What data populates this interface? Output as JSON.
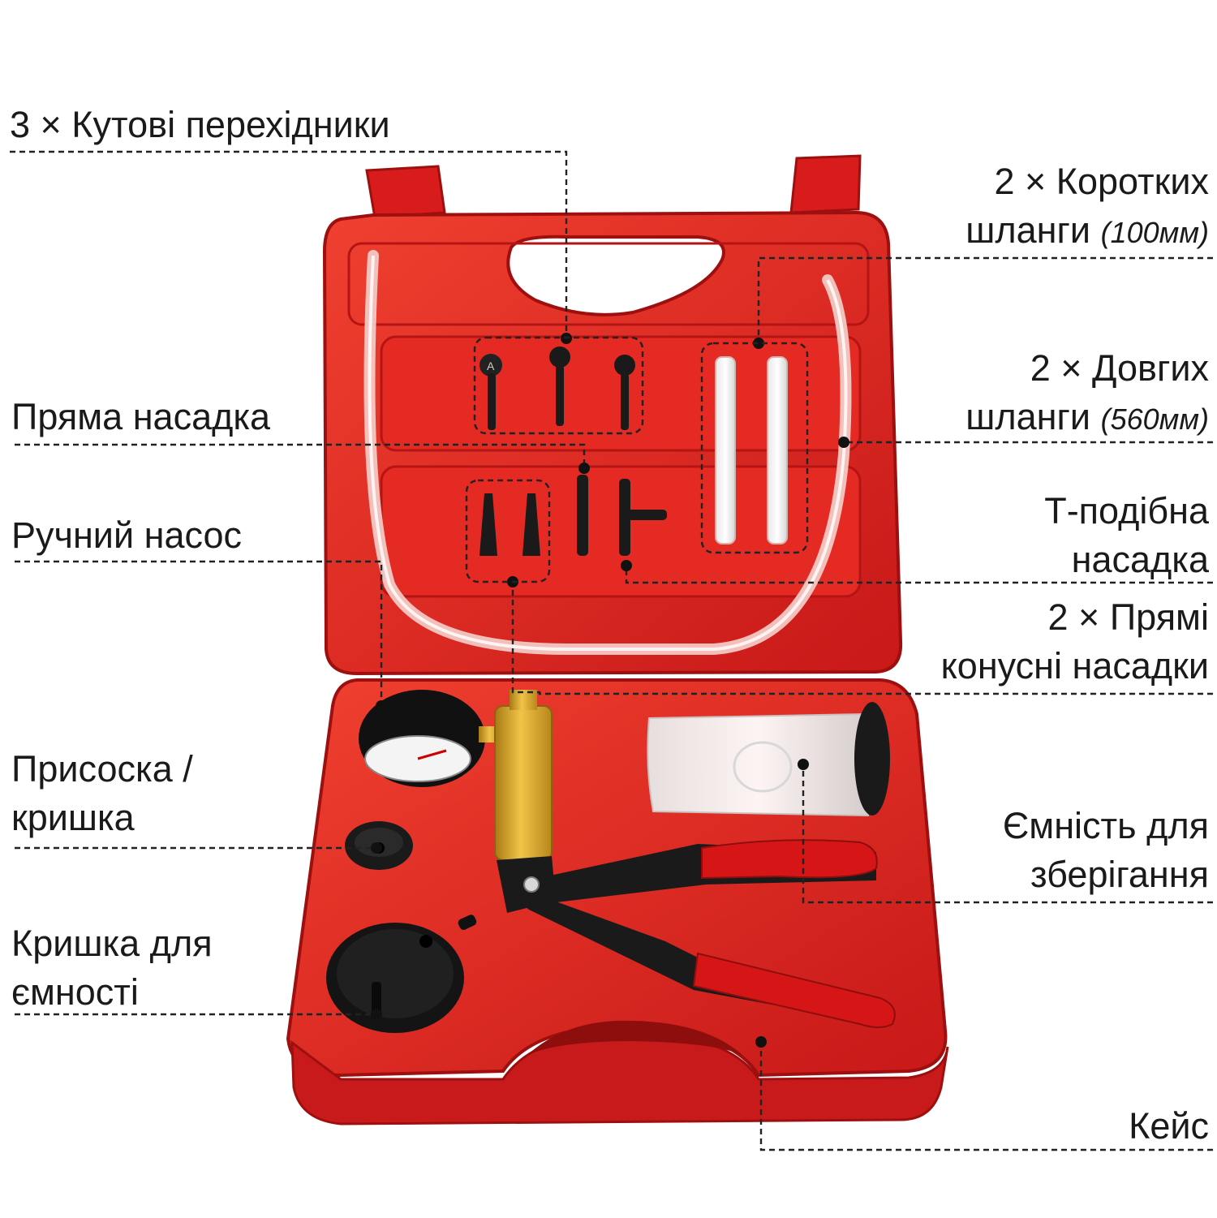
{
  "colors": {
    "case_red": "#e02020",
    "case_dark": "#a51414",
    "case_light": "#f24a3c",
    "brass": "#d4a32a",
    "black": "#151515",
    "leader": "#222222"
  },
  "labels": {
    "angle_adapters": "3 × Кутові перехідники",
    "short_hoses_l1": "2 × Коротких",
    "short_hoses_l2": "шланги",
    "short_hoses_note": "(100мм)",
    "straight_nozzle": "Пряма насадка",
    "long_hoses_l1": "2 × Довгих",
    "long_hoses_l2": "шланги",
    "long_hoses_note": "(560мм)",
    "hand_pump": "Ручний насос",
    "t_nozzle_l1": "Т-подібна",
    "t_nozzle_l2": "насадка",
    "cone_nozzles_l1": "2 × Прямі",
    "cone_nozzles_l2": "конусні насадки",
    "suction_cap_l1": "Присоска /",
    "suction_cap_l2": "кришка",
    "storage_l1": "Ємність для",
    "storage_l2": "зберігання",
    "container_lid_l1": "Кришка для",
    "container_lid_l2": "ємності",
    "case": "Кейс"
  },
  "icons": {
    "case": "red-plastic-case-icon",
    "pump": "hand-vacuum-pump-icon",
    "gauge": "pressure-gauge-icon",
    "container": "storage-container-icon"
  }
}
